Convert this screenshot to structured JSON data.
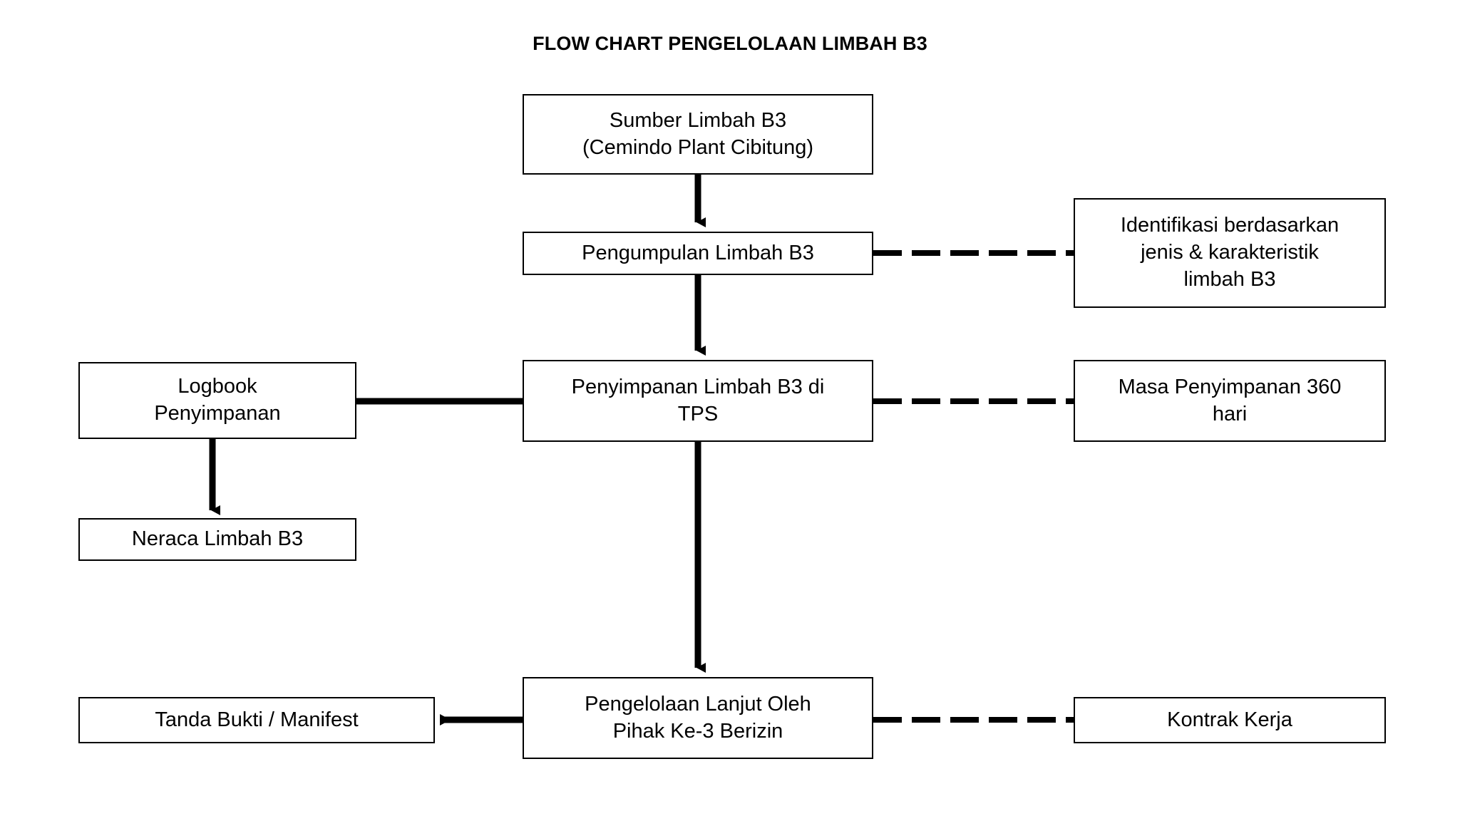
{
  "title": "FLOW CHART PENGELOLAAN LIMBAH B3",
  "colors": {
    "stroke": "#000000",
    "background": "#ffffff",
    "text": "#000000"
  },
  "diagram": {
    "type": "flowchart",
    "nodes": [
      {
        "id": "sumber",
        "lines": [
          "Sumber Limbah B3",
          "(Cemindo Plant Cibitung)"
        ],
        "column": "center",
        "kind": "process"
      },
      {
        "id": "pengumpulan",
        "lines": [
          "Pengumpulan Limbah B3"
        ],
        "column": "center",
        "kind": "process"
      },
      {
        "id": "penyimpanan",
        "lines": [
          "Penyimpanan Limbah B3 di",
          "TPS"
        ],
        "column": "center",
        "kind": "process"
      },
      {
        "id": "pengelolaan",
        "lines": [
          "Pengelolaan Lanjut Oleh",
          "Pihak Ke-3 Berizin"
        ],
        "column": "center",
        "kind": "process"
      },
      {
        "id": "logbook",
        "lines": [
          "Logbook",
          "Penyimpanan"
        ],
        "column": "left",
        "kind": "output"
      },
      {
        "id": "neraca",
        "lines": [
          "Neraca Limbah B3"
        ],
        "column": "left",
        "kind": "output"
      },
      {
        "id": "manifest",
        "lines": [
          "Tanda Bukti / Manifest"
        ],
        "column": "left",
        "kind": "output"
      },
      {
        "id": "identifikasi",
        "lines": [
          "Identifikasi berdasarkan",
          "jenis & karakteristik",
          "limbah B3"
        ],
        "column": "right",
        "kind": "note"
      },
      {
        "id": "masa",
        "lines": [
          "Masa Penyimpanan 360",
          "hari"
        ],
        "column": "right",
        "kind": "note"
      },
      {
        "id": "kontrak",
        "lines": [
          "Kontrak Kerja"
        ],
        "column": "right",
        "kind": "note"
      }
    ],
    "edges": [
      {
        "from": "sumber",
        "to": "pengumpulan",
        "style": "solid-arrow",
        "direction": "down"
      },
      {
        "from": "pengumpulan",
        "to": "penyimpanan",
        "style": "solid-arrow",
        "direction": "down"
      },
      {
        "from": "penyimpanan",
        "to": "pengelolaan",
        "style": "solid-arrow",
        "direction": "down"
      },
      {
        "from": "penyimpanan",
        "to": "logbook",
        "style": "solid-arrow",
        "direction": "left"
      },
      {
        "from": "logbook",
        "to": "neraca",
        "style": "solid-arrow",
        "direction": "down"
      },
      {
        "from": "pengelolaan",
        "to": "manifest",
        "style": "solid-arrow",
        "direction": "left"
      },
      {
        "from": "pengumpulan",
        "to": "identifikasi",
        "style": "dashed",
        "direction": "right"
      },
      {
        "from": "penyimpanan",
        "to": "masa",
        "style": "dashed",
        "direction": "right"
      },
      {
        "from": "pengelolaan",
        "to": "kontrak",
        "style": "dashed",
        "direction": "right"
      }
    ]
  }
}
